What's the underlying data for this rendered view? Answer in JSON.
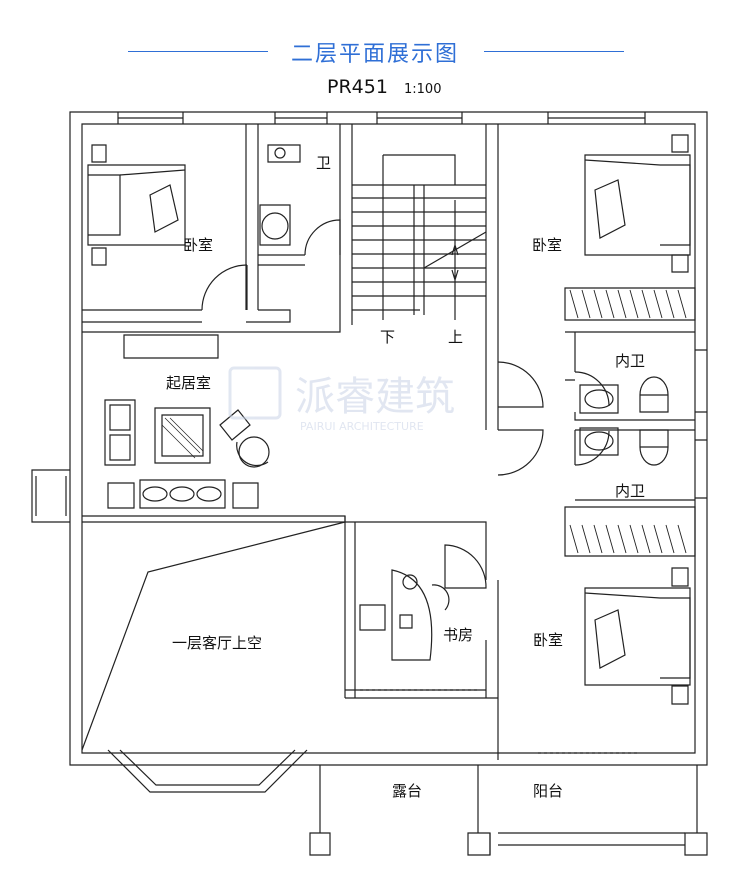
{
  "header": {
    "title": "二层平面展示图",
    "plan_code": "PR451",
    "scale": "1:100"
  },
  "watermark": {
    "brand": "派睿建筑",
    "sub": "PAIRUI ARCHITECTURE"
  },
  "rooms": {
    "bedroom_nw": "卧室",
    "toilet_top": "卫",
    "stair_down": "下",
    "stair_up": "上",
    "bedroom_ne": "卧室",
    "living": "起居室",
    "ensuite_1": "内卫",
    "ensuite_2": "内卫",
    "void": "一层客厅上空",
    "study": "书房",
    "bedroom_se": "卧室",
    "terrace": "露台",
    "balcony": "阳台"
  },
  "colors": {
    "accent": "#2f6fd6",
    "line": "#222222"
  }
}
